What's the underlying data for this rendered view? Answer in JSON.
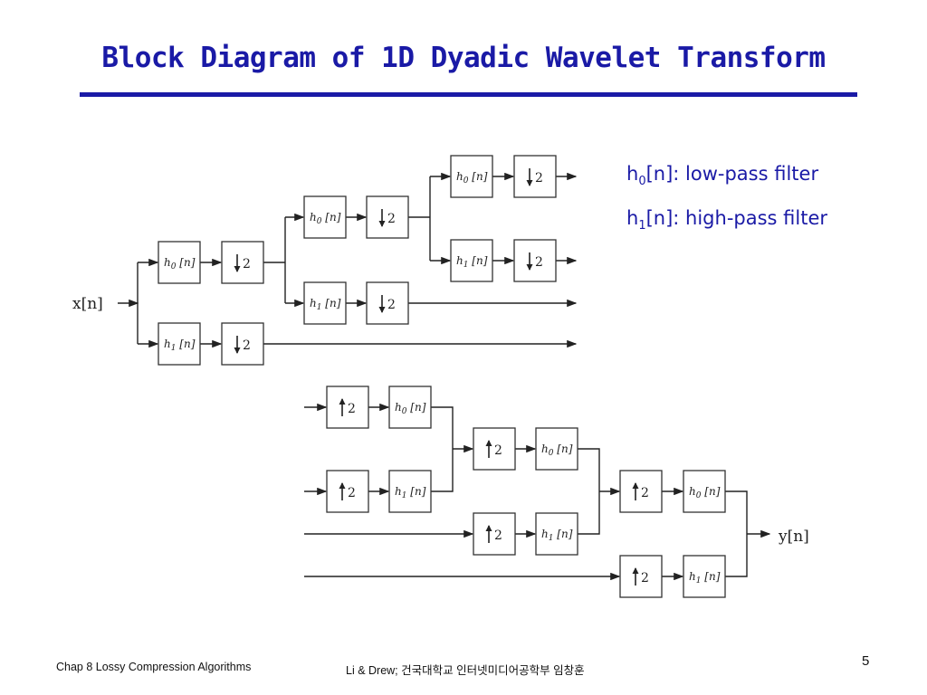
{
  "slide": {
    "title": "Block Diagram of 1D Dyadic Wavelet Transform",
    "legend": [
      {
        "symbol": "h",
        "subscript": "0",
        "text": "[n]: low-pass filter"
      },
      {
        "symbol": "h",
        "subscript": "1",
        "text": "[n]: high-pass filter"
      }
    ],
    "footer_left": "Chap 8  Lossy Compression Algorithms",
    "footer_mid": "Li & Drew; 건국대학교 인터넷미디어공학부 임창훈",
    "page_number": "5"
  },
  "diagram": {
    "input_label": "x[n]",
    "output_label": "y[n]",
    "lowpass_label": "h0 [n]",
    "highpass_label": "h1 [n]",
    "down_label": "2",
    "up_label": "2",
    "colors": {
      "title": "#1a1aa6",
      "lines": "#222222"
    }
  }
}
